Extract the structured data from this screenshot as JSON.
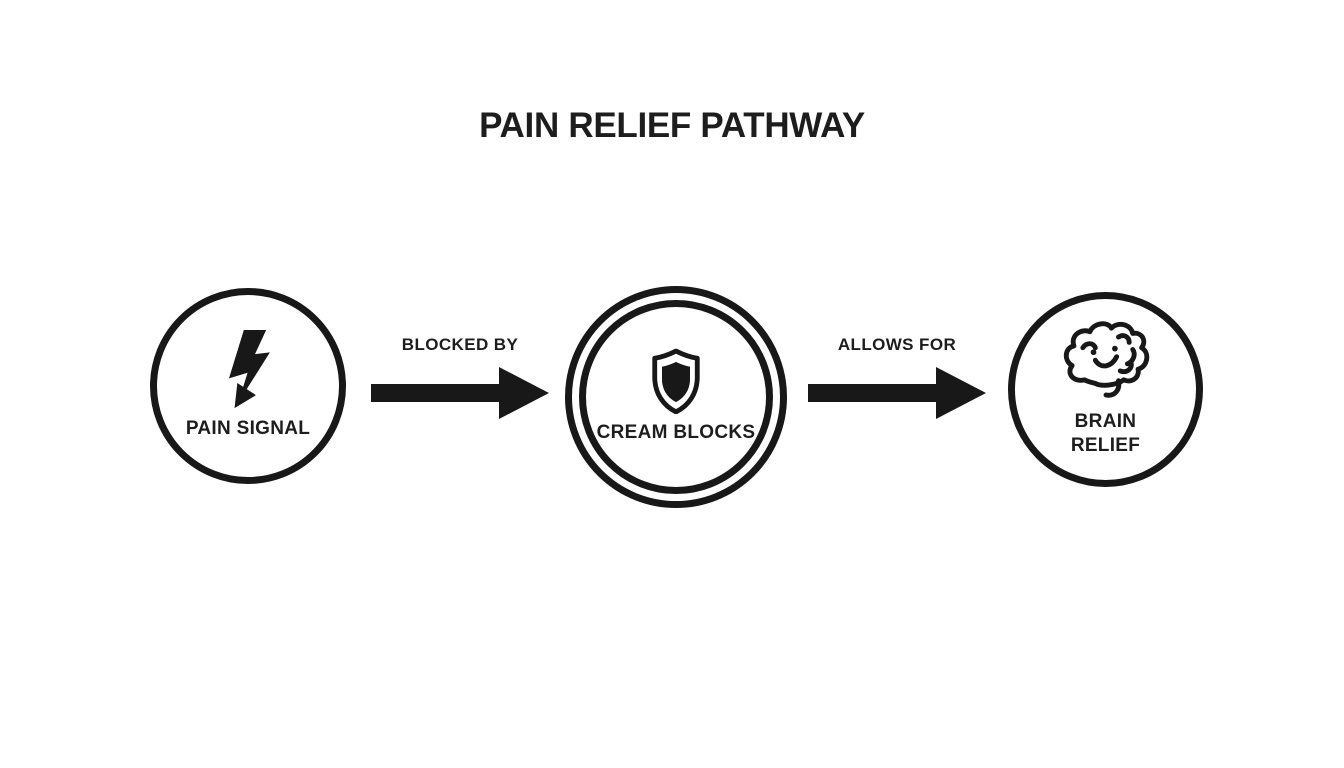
{
  "title": "PAIN RELIEF PATHWAY",
  "colors": {
    "ink": "#181818",
    "background": "#fdfdfd"
  },
  "diagram": {
    "nodes": [
      {
        "label": "PAIN SIGNAL",
        "icon": "lightning-bolt-icon",
        "ring": "single"
      },
      {
        "label": "CREAM BLOCKS",
        "icon": "shield-icon",
        "ring": "double"
      },
      {
        "label": "BRAIN RELIEF",
        "icon": "brain-icon",
        "ring": "single"
      }
    ],
    "connectors": [
      {
        "label": "BLOCKED BY",
        "from": "PAIN SIGNAL",
        "to": "CREAM BLOCKS"
      },
      {
        "label": "ALLOWS FOR",
        "from": "CREAM BLOCKS",
        "to": "BRAIN RELIEF"
      }
    ]
  }
}
